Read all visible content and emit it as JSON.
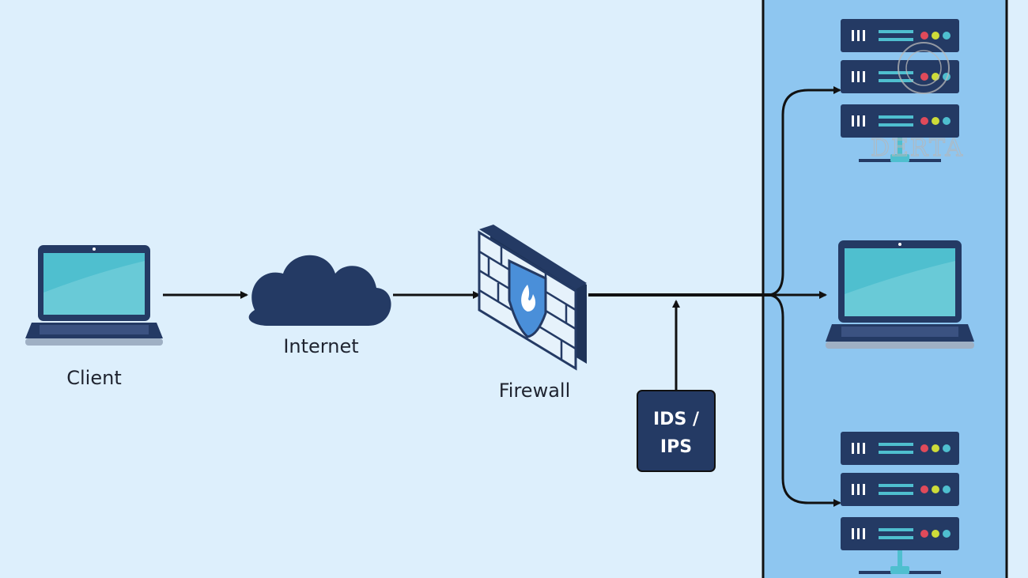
{
  "nodes": {
    "client": {
      "label": "Client",
      "icon": "laptop-icon"
    },
    "internet": {
      "label": "Internet",
      "icon": "cloud-icon"
    },
    "firewall": {
      "label": "Firewall",
      "icon": "firewall-icon"
    },
    "ids_ips": {
      "line1": "IDS /",
      "line2": "IPS"
    },
    "internal_network": {
      "top_servers": {
        "icon": "server-rack-icon"
      },
      "workstation": {
        "icon": "laptop-icon"
      },
      "bottom_servers": {
        "icon": "server-rack-icon"
      }
    }
  },
  "watermark": {
    "text": "DERTA"
  },
  "colors": {
    "background": "#ddeffc",
    "network_panel": "#8ec6f0",
    "navy": "#243a64",
    "screen_teal": "#4fbfcf",
    "arrow": "#111111"
  }
}
